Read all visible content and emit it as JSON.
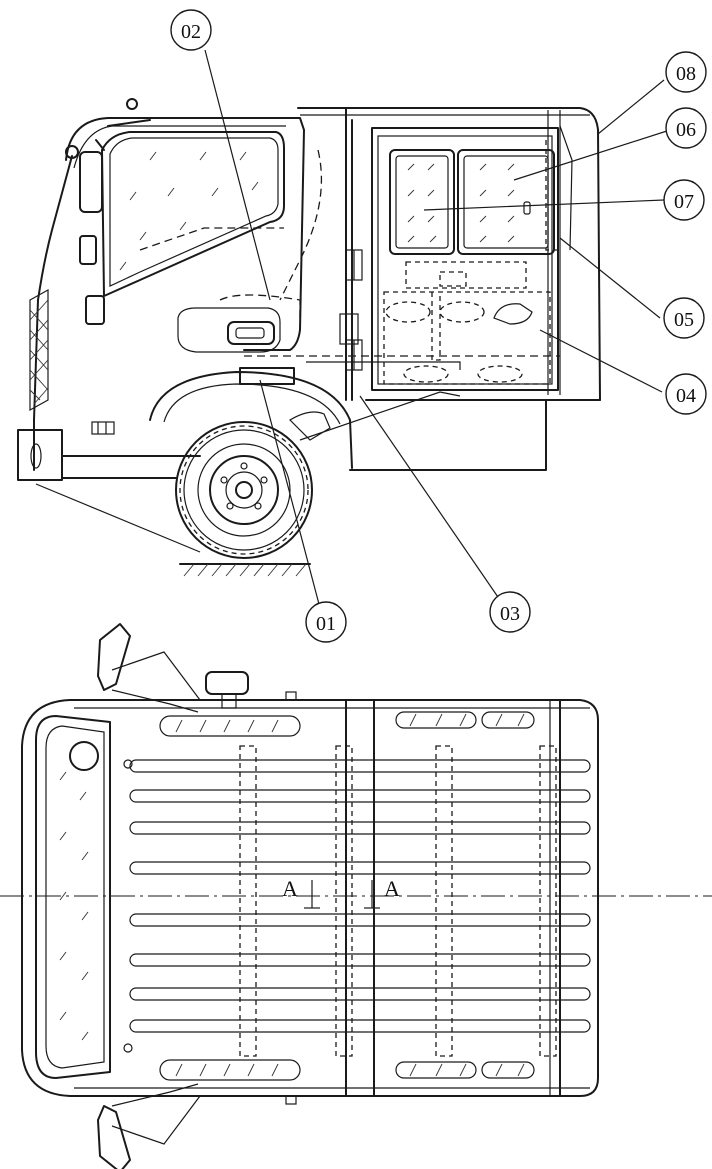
{
  "callouts": [
    {
      "id": "01",
      "label": "01"
    },
    {
      "id": "02",
      "label": "02"
    },
    {
      "id": "03",
      "label": "03"
    },
    {
      "id": "04",
      "label": "04"
    },
    {
      "id": "05",
      "label": "05"
    },
    {
      "id": "06",
      "label": "06"
    },
    {
      "id": "07",
      "label": "07"
    },
    {
      "id": "08",
      "label": "08"
    }
  ],
  "section_marks": {
    "left": "A",
    "right": "A"
  }
}
